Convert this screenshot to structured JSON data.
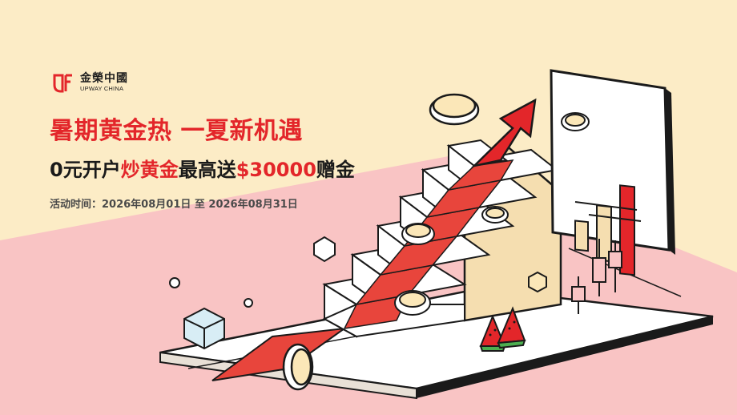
{
  "brand": {
    "name_cn": "金榮中國",
    "name_en": "UPWAY CHINA",
    "accent": "#e3262a"
  },
  "banner": {
    "headline": "暑期黄金热 一夏新机遇",
    "offer_prefix": "0元开户",
    "offer_highlight_1": "炒黄金",
    "offer_middle": "最高送",
    "offer_highlight_2": "$30000",
    "offer_suffix": "赠金",
    "period": "活动时间：2026年08月01日 至 2026年08月31日"
  },
  "colors": {
    "background": "#fcecc6",
    "pink_band": "#f9c4c4",
    "red": "#e3262a",
    "stair": "#ffffff",
    "outline": "#1a1a1a"
  }
}
